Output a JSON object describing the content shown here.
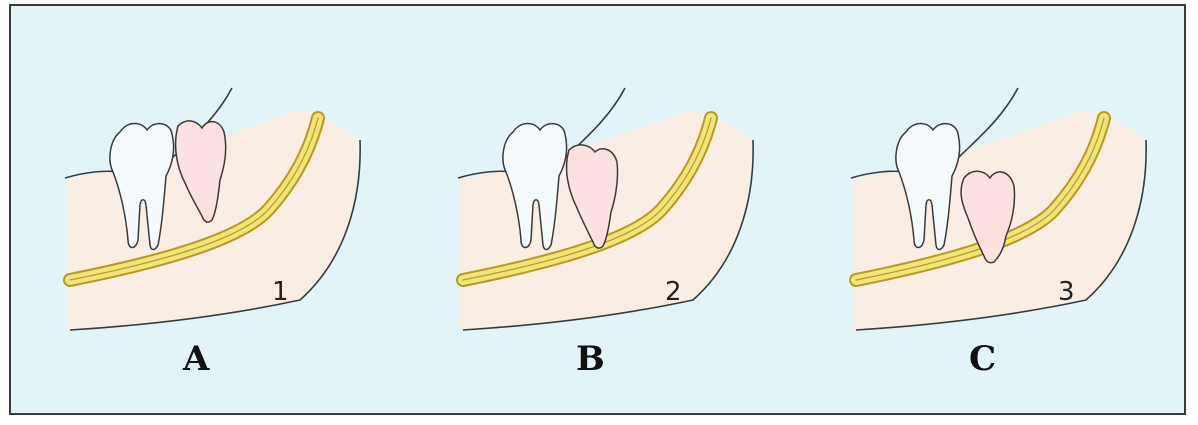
{
  "colors": {
    "background": "#e3f4f9",
    "border": "#3a3a3a",
    "bone": "#faeee4",
    "outline": "#3a3a3a",
    "nerve_fill": "#f0e47a",
    "nerve_edge": "#b89a1e",
    "second_molar": "#f5fbfc",
    "third_molar": "#fbe1df"
  },
  "icons": {
    "second_molar": "erupted-molar-icon",
    "third_molar": "wisdom-tooth-icon",
    "nerve": "inferior-alveolar-nerve-icon"
  },
  "panels": [
    {
      "letter": "A",
      "number": "1"
    },
    {
      "letter": "B",
      "number": "2"
    },
    {
      "letter": "C",
      "number": "3"
    }
  ]
}
